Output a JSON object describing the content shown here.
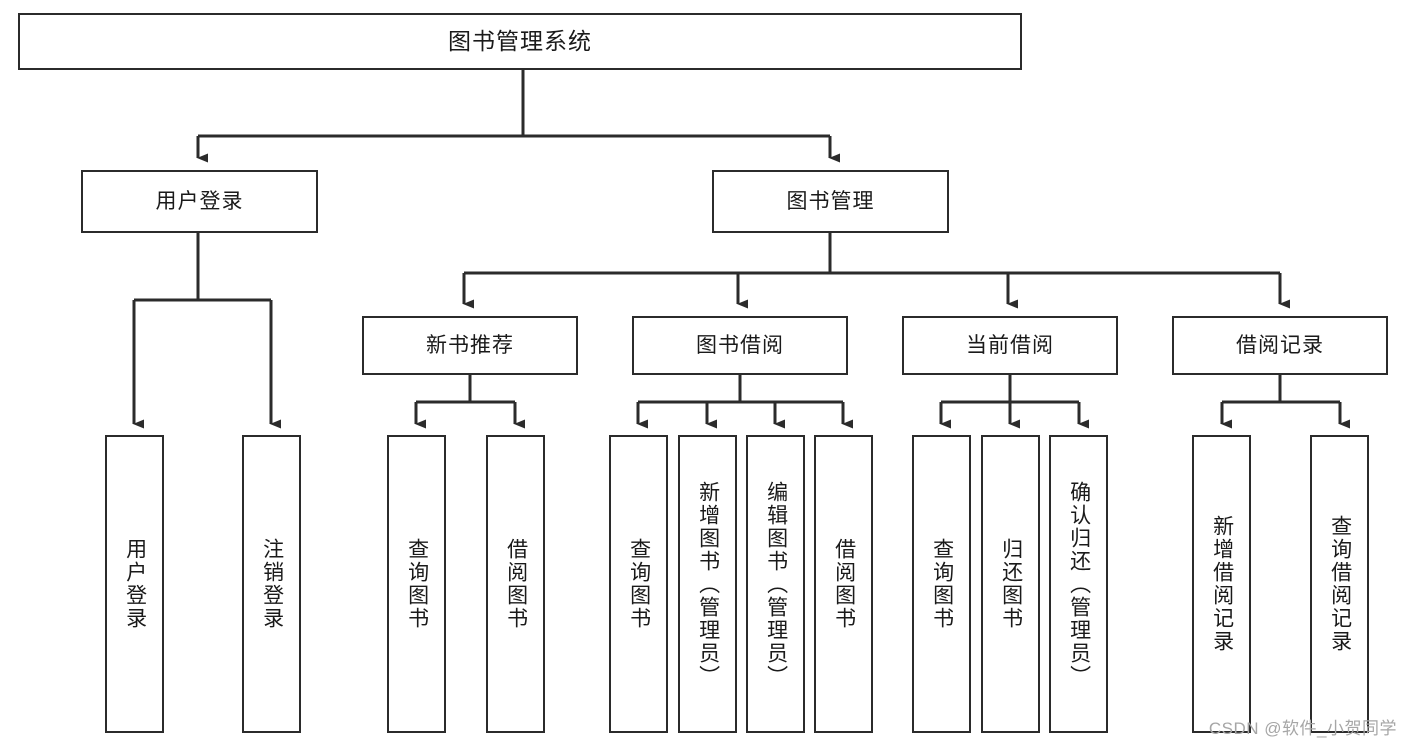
{
  "diagram": {
    "title": "图书管理系统",
    "type": "tree",
    "orientation": "top-down",
    "colors": {
      "box_border": "#2b2b2b",
      "box_fill": "#ffffff",
      "edge": "#2b2b2b",
      "text": "#1a1a1a",
      "watermark": "#a6a6a6",
      "background": "#ffffff"
    },
    "root": {
      "id": "root",
      "label": "图书管理系统"
    },
    "level2": [
      {
        "id": "l2-user-login",
        "label": "用户登录"
      },
      {
        "id": "l2-book-manage",
        "label": "图书管理"
      }
    ],
    "level3": [
      {
        "id": "l3-new-book-recommend",
        "label": "新书推荐",
        "parent": "l2-book-manage"
      },
      {
        "id": "l3-book-borrow",
        "label": "图书借阅",
        "parent": "l2-book-manage"
      },
      {
        "id": "l3-current-borrow",
        "label": "当前借阅",
        "parent": "l2-book-manage"
      },
      {
        "id": "l3-borrow-record",
        "label": "借阅记录",
        "parent": "l2-book-manage"
      }
    ],
    "leaves": [
      {
        "id": "leaf-user-login",
        "label": "用户登录",
        "parent": "l2-user-login"
      },
      {
        "id": "leaf-logout-login",
        "label": "注销登录",
        "parent": "l2-user-login"
      },
      {
        "id": "leaf-query-book-1",
        "label": "查询图书",
        "parent": "l3-new-book-recommend"
      },
      {
        "id": "leaf-borrow-book-1",
        "label": "借阅图书",
        "parent": "l3-new-book-recommend"
      },
      {
        "id": "leaf-query-book-2",
        "label": "查询图书",
        "parent": "l3-book-borrow"
      },
      {
        "id": "leaf-add-book-admin",
        "label": "新增图书（管理员）",
        "parent": "l3-book-borrow"
      },
      {
        "id": "leaf-edit-book-admin",
        "label": "编辑图书（管理员）",
        "parent": "l3-book-borrow"
      },
      {
        "id": "leaf-borrow-book-2",
        "label": "借阅图书",
        "parent": "l3-book-borrow"
      },
      {
        "id": "leaf-query-book-3",
        "label": "查询图书",
        "parent": "l3-current-borrow"
      },
      {
        "id": "leaf-return-book",
        "label": "归还图书",
        "parent": "l3-current-borrow"
      },
      {
        "id": "leaf-confirm-return-admin",
        "label": "确认归还（管理员）",
        "parent": "l3-current-borrow"
      },
      {
        "id": "leaf-add-borrow-record",
        "label": "新增借阅记录",
        "parent": "l3-borrow-record"
      },
      {
        "id": "leaf-query-borrow-record",
        "label": "查询借阅记录",
        "parent": "l3-borrow-record"
      }
    ],
    "watermark": "CSDN @软件_小贺同学"
  }
}
